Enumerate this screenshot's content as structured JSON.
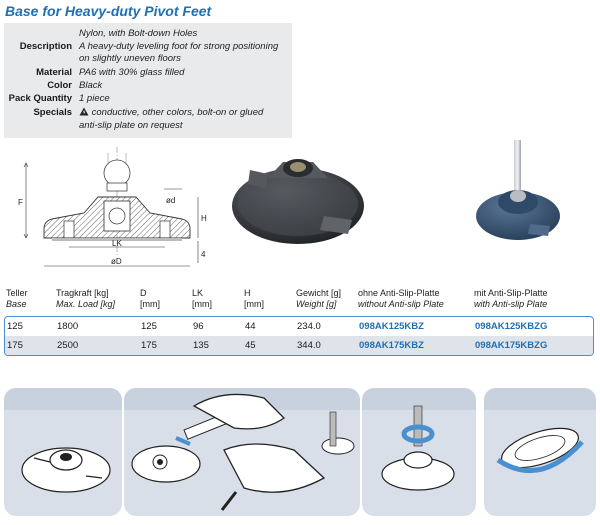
{
  "title": "Base for Heavy-duty Pivot Feet",
  "specs": [
    {
      "key": "",
      "lines": [
        "Nylon, with Bolt-down Holes"
      ]
    },
    {
      "key": "Description",
      "lines": [
        "A heavy-duty leveling foot for strong positioning",
        "on slightly uneven floors"
      ]
    },
    {
      "key": "Material",
      "lines": [
        "PA6 with 30% glass filled"
      ]
    },
    {
      "key": "Color",
      "lines": [
        "Black"
      ]
    },
    {
      "key": "Pack Quantity",
      "lines": [
        "1 piece"
      ]
    },
    {
      "key": "Specials",
      "lines": [
        "conductive, other colors, bolt-on or glued",
        "anti-slip plate on request"
      ]
    }
  ],
  "specials_icon": "conductive-icon",
  "drawing": {
    "labels": {
      "F": "F",
      "H": "H",
      "d": "ød",
      "LK": "LK",
      "D": "øD",
      "four": "4"
    }
  },
  "columns": [
    {
      "l1": "Teller",
      "l2": "Base"
    },
    {
      "l1": "Tragkraft [kg]",
      "l2": "Max. Load [kg]"
    },
    {
      "l1": "D",
      "l2": "[mm]"
    },
    {
      "l1": "LK",
      "l2": "[mm]"
    },
    {
      "l1": "H",
      "l2": "[mm]"
    },
    {
      "l1": "Gewicht [g]",
      "l2": "Weight [g]"
    },
    {
      "l1": "ohne Anti-Slip-Platte",
      "l2": "without Anti-slip Plate"
    },
    {
      "l1": "mit Anti-Slip-Platte",
      "l2": "with Anti-slip Plate"
    }
  ],
  "rows": [
    [
      "125",
      "1800",
      "125",
      "96",
      "44",
      "234.0",
      "098AK125KBZ",
      "098AK125KBZG"
    ],
    [
      "175",
      "2500",
      "175",
      "135",
      "45",
      "344.0",
      "098AK175KBZ",
      "098AK175KBZG"
    ]
  ],
  "colors": {
    "accent": "#1f6fb3",
    "panel": "#d9dfe8",
    "part": "#34383d",
    "blue_part": "#3a5777"
  }
}
